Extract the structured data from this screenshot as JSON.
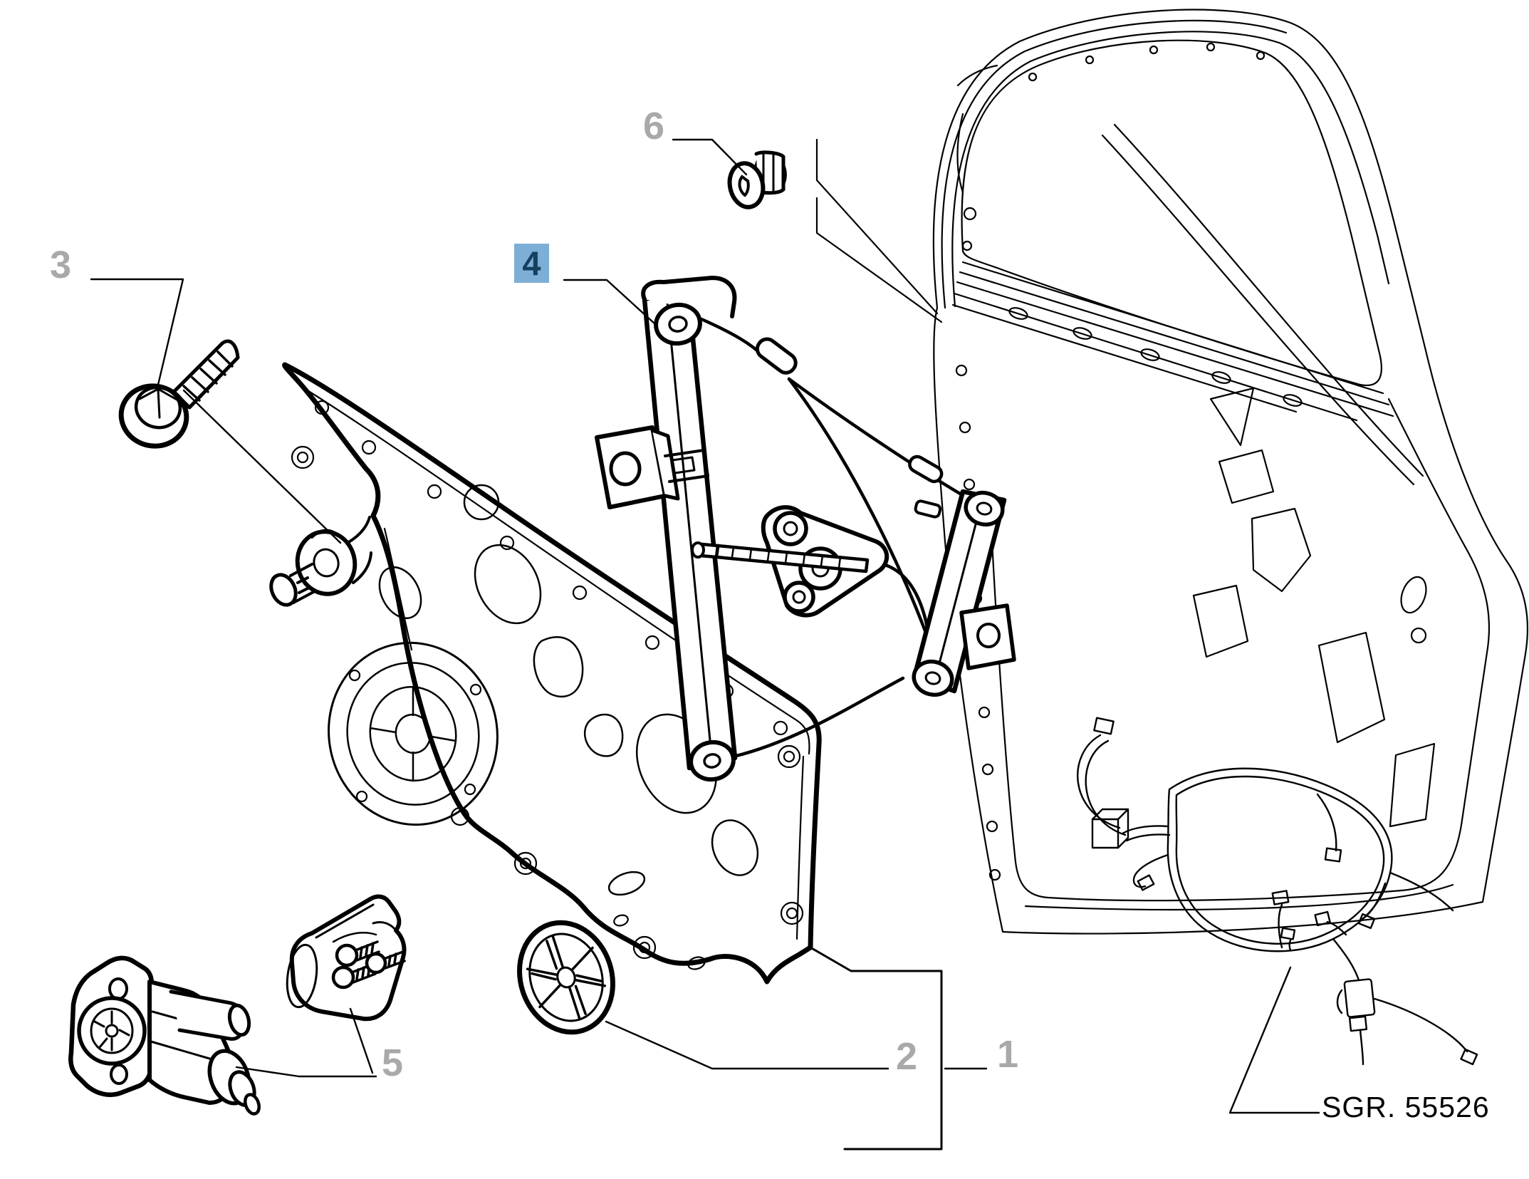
{
  "diagram": {
    "background_color": "#ffffff",
    "line_color": "#000000",
    "label_color": "#a9a9a9",
    "highlight": {
      "bg": "#7dafd6",
      "fg": "#16405f"
    },
    "group_label": {
      "text": "SGR. 55526"
    },
    "callouts": {
      "c1": {
        "text": "1",
        "highlighted": false
      },
      "c2": {
        "text": "2",
        "highlighted": false
      },
      "c3": {
        "text": "3",
        "highlighted": false
      },
      "c4": {
        "text": "4",
        "highlighted": true
      },
      "c5": {
        "text": "5",
        "highlighted": false
      },
      "c6": {
        "text": "6",
        "highlighted": false
      }
    }
  }
}
